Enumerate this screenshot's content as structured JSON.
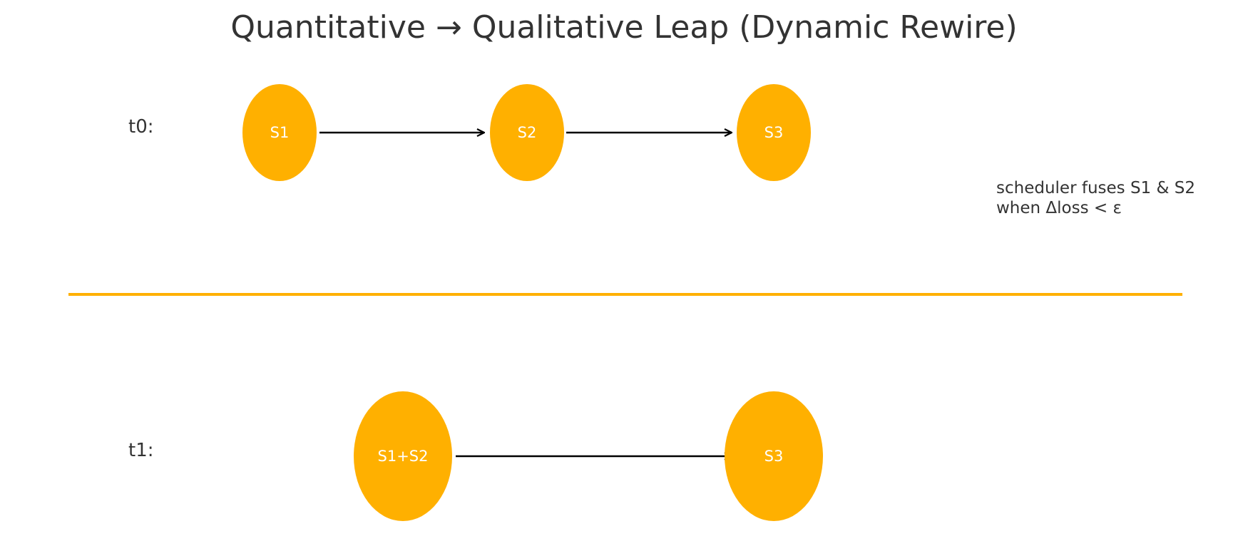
{
  "title": "Quantitative → Qualitative Leap (Dynamic Rewire)",
  "colors": {
    "node": "#ffb000",
    "divider": "#ffb000",
    "text": "#333333",
    "edge": "#000000"
  },
  "rows": [
    {
      "label": "t0:",
      "nodes": [
        "S1",
        "S2",
        "S3"
      ],
      "edges": [
        [
          "S1",
          "S2"
        ],
        [
          "S2",
          "S3"
        ]
      ]
    },
    {
      "label": "t1:",
      "nodes": [
        "S1+S2",
        "S3"
      ],
      "edges": [
        [
          "S1+S2",
          "S3"
        ]
      ]
    }
  ],
  "note": {
    "line1": "scheduler fuses S1 & S2",
    "line2": "when Δloss < ε"
  }
}
